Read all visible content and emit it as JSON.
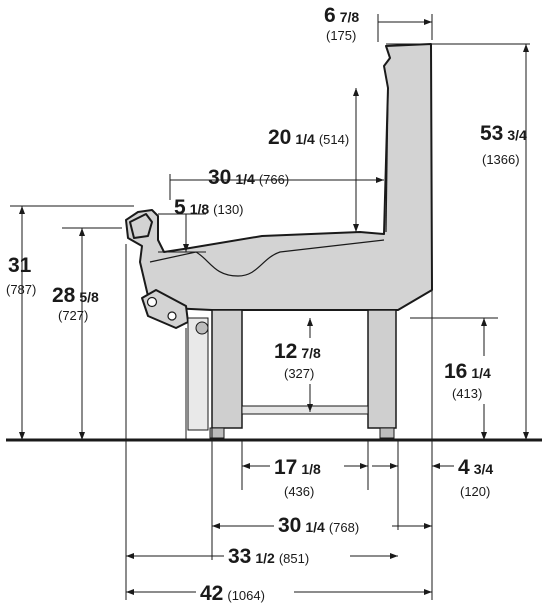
{
  "dimensions": {
    "top_offset": {
      "whole": "6",
      "fraction": "7/8",
      "metric": "(175)"
    },
    "rear_height": {
      "whole": "53",
      "fraction": "3/4",
      "metric": "(1366)"
    },
    "shelf_to_top": {
      "whole": "20",
      "fraction": "1/4",
      "metric": "(514)"
    },
    "deck_depth": {
      "whole": "30",
      "fraction": "1/4",
      "metric": "(766)"
    },
    "front_lip": {
      "whole": "5",
      "fraction": "1/8",
      "metric": "(130)"
    },
    "front_height": {
      "whole": "31",
      "fraction": "",
      "metric": "(787)"
    },
    "rail_height": {
      "whole": "28",
      "fraction": "5/8",
      "metric": "(727)"
    },
    "base_clearance": {
      "whole": "12",
      "fraction": "7/8",
      "metric": "(327)"
    },
    "rear_base_height": {
      "whole": "16",
      "fraction": "1/4",
      "metric": "(413)"
    },
    "leg_spacing": {
      "whole": "17",
      "fraction": "1/8",
      "metric": "(436)"
    },
    "rear_overhang": {
      "whole": "4",
      "fraction": "3/4",
      "metric": "(120)"
    },
    "base_depth": {
      "whole": "30",
      "fraction": "1/4",
      "metric": "(768)"
    },
    "overall_body": {
      "whole": "33",
      "fraction": "1/2",
      "metric": "(851)"
    },
    "overall_depth": {
      "whole": "42",
      "fraction": "",
      "metric": "(1064)"
    }
  }
}
